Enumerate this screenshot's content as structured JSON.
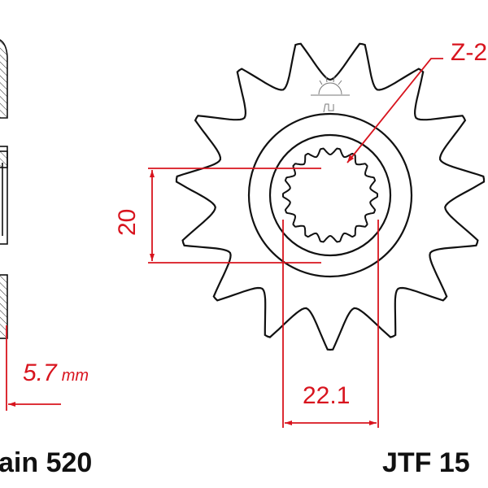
{
  "dimensions": {
    "bore_label": "20",
    "spline_label": "22.1",
    "offset_value": "5.7",
    "offset_unit": "mm",
    "teeth_label": "Z-2"
  },
  "footer": {
    "chain_label": "ain 520",
    "part_label": "JTF 15"
  },
  "colors": {
    "dimension": "#d8141e",
    "outline": "#111111"
  },
  "sprocket": {
    "teeth_count": 15,
    "spline_count": 18
  }
}
